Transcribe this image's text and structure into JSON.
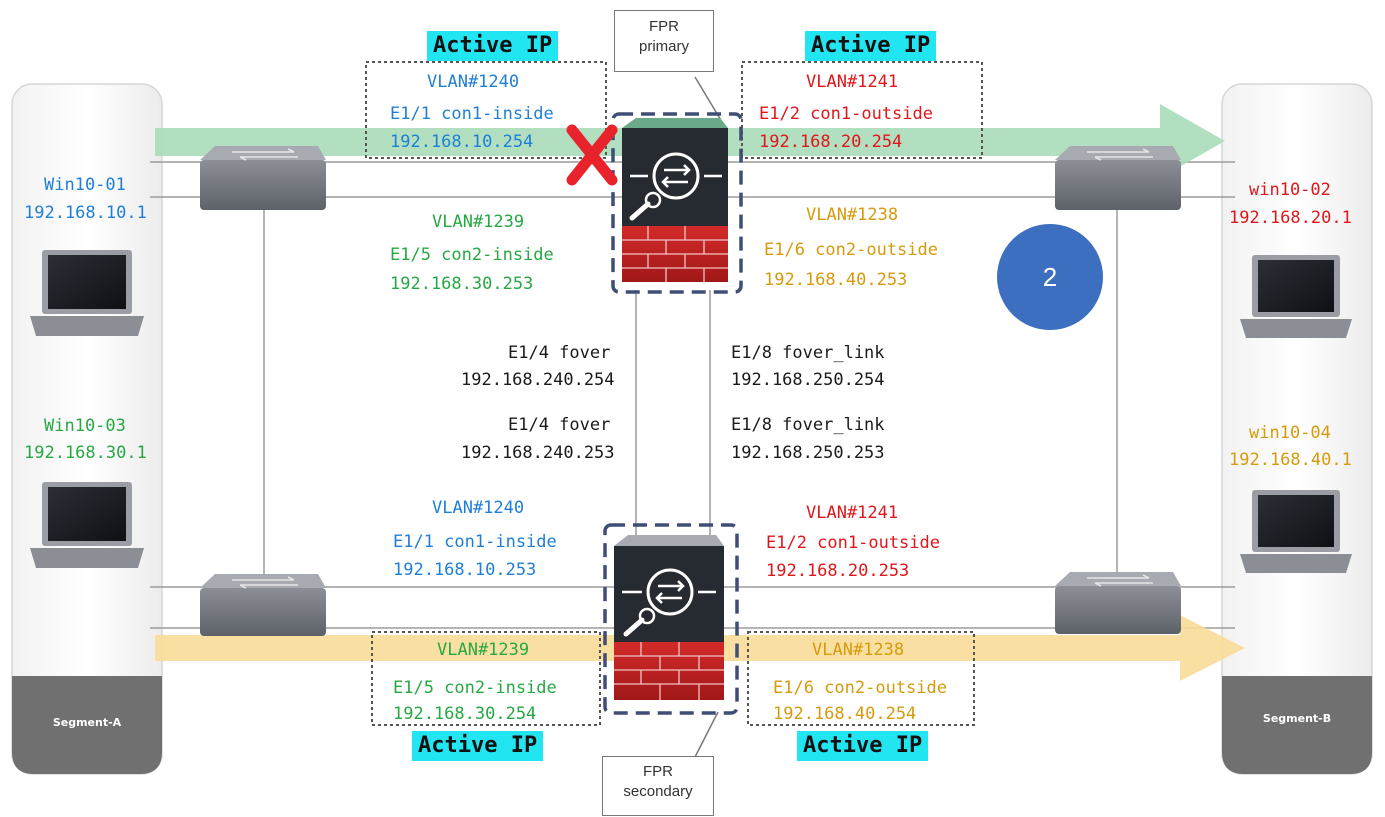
{
  "segments": {
    "left": "Segment-A",
    "right": "Segment-B"
  },
  "devices": {
    "primary": {
      "line1": "FPR",
      "line2": "primary"
    },
    "secondary": {
      "line1": "FPR",
      "line2": "secondary"
    }
  },
  "active_ip_label": "Active IP",
  "status_badge": "2",
  "hosts": {
    "win10_01": {
      "name": "Win10-01",
      "ip": "192.168.10.1",
      "color": "#1f7fd6"
    },
    "win10_03": {
      "name": "Win10-03",
      "ip": "192.168.30.1",
      "color": "#27a843"
    },
    "win10_02": {
      "name": "win10-02",
      "ip": "192.168.20.1",
      "color": "#e0161b"
    },
    "win10_04": {
      "name": "win10-04",
      "ip": "192.168.40.1",
      "color": "#d59b0c"
    }
  },
  "primary_interfaces": {
    "inside1": {
      "vlan": "VLAN#1240",
      "iface": "E1/1 con1-inside",
      "ip": "192.168.10.254"
    },
    "outside1": {
      "vlan": "VLAN#1241",
      "iface": "E1/2 con1-outside",
      "ip": "192.168.20.254"
    },
    "inside2": {
      "vlan": "VLAN#1239",
      "iface": "E1/5 con2-inside",
      "ip": "192.168.30.253"
    },
    "outside2": {
      "vlan": "VLAN#1238",
      "iface": "E1/6 con2-outside",
      "ip": "192.168.40.253"
    }
  },
  "secondary_interfaces": {
    "inside1": {
      "vlan": "VLAN#1240",
      "iface": "E1/1 con1-inside",
      "ip": "192.168.10.253"
    },
    "outside1": {
      "vlan": "VLAN#1241",
      "iface": "E1/2 con1-outside",
      "ip": "192.168.20.253"
    },
    "inside2": {
      "vlan": "VLAN#1239",
      "iface": "E1/5 con2-inside",
      "ip": "192.168.30.254"
    },
    "outside2": {
      "vlan": "VLAN#1238",
      "iface": "E1/6 con2-outside",
      "ip": "192.168.40.254"
    }
  },
  "failover_links": {
    "fover_primary": {
      "iface": "E1/4 fover",
      "ip": "192.168.240.254"
    },
    "fover_secondary": {
      "iface": "E1/4 fover",
      "ip": "192.168.240.253"
    },
    "link_primary": {
      "iface": "E1/8 fover_link",
      "ip": "192.168.250.254"
    },
    "link_secondary": {
      "iface": "E1/8 fover_link",
      "ip": "192.168.250.253"
    }
  },
  "colors": {
    "con1_inside": "#1f7fd6",
    "con1_outside": "#e0161b",
    "con2_inside": "#27a843",
    "con2_outside": "#d59b0c",
    "active_ip_highlight": "#21e6f2",
    "green_flow": "#a8dcb9",
    "yellow_flow": "#f8dd98",
    "failure_mark": "#e8232b"
  }
}
